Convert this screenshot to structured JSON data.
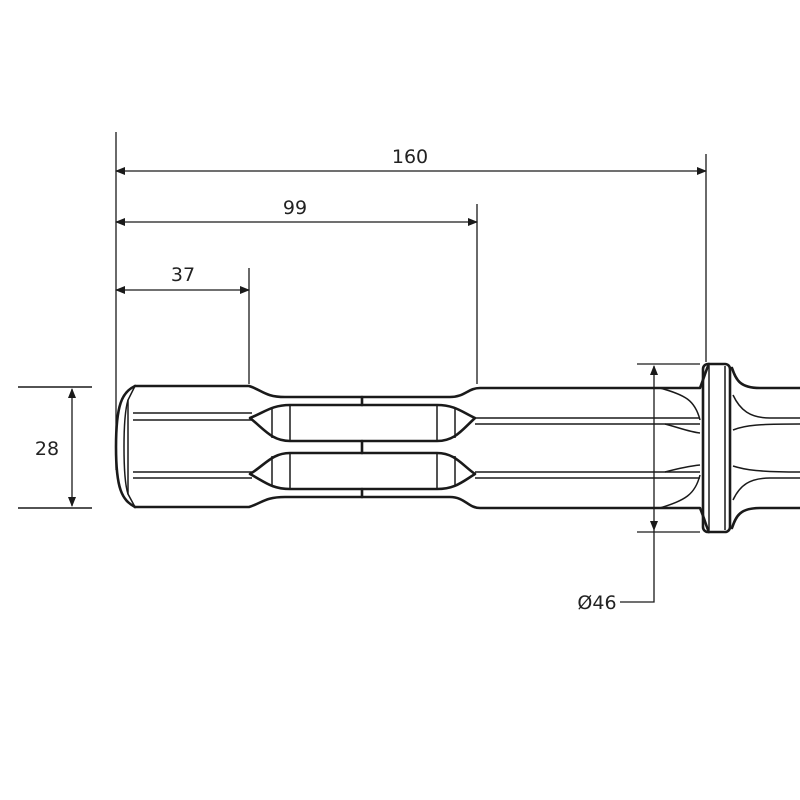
{
  "drawing": {
    "dimensions": {
      "overall_length": "160",
      "flute_end": "99",
      "groove_start": "37",
      "shank_width": "28",
      "collar_diameter": "Ø46"
    },
    "line_color": "#1a1a1a",
    "background": "#ffffff"
  }
}
